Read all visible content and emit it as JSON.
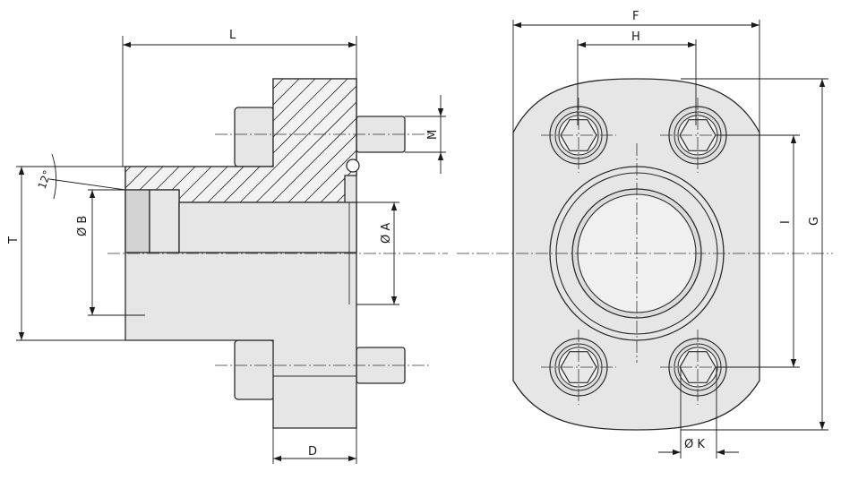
{
  "drawing": {
    "dimension_labels": {
      "L": "L",
      "T": "T",
      "B": "Ø B",
      "A": "Ø A",
      "M": "M",
      "D": "D",
      "angle": "12°",
      "F": "F",
      "H": "H",
      "I": "I",
      "G": "G",
      "K": "Ø K"
    }
  }
}
